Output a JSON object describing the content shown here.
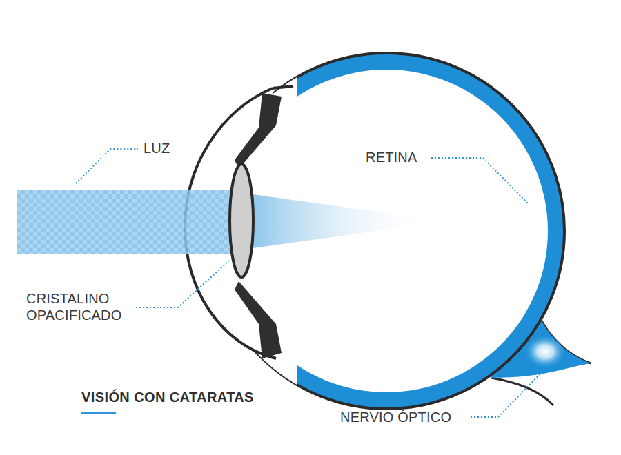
{
  "diagram": {
    "title": "VISIÓN CON CATARATAS",
    "labels": [
      "LUZ",
      "RETINA",
      "CRISTALINO OPACIFICADO",
      "NERVIO ÓPTICO"
    ]
  }
}
